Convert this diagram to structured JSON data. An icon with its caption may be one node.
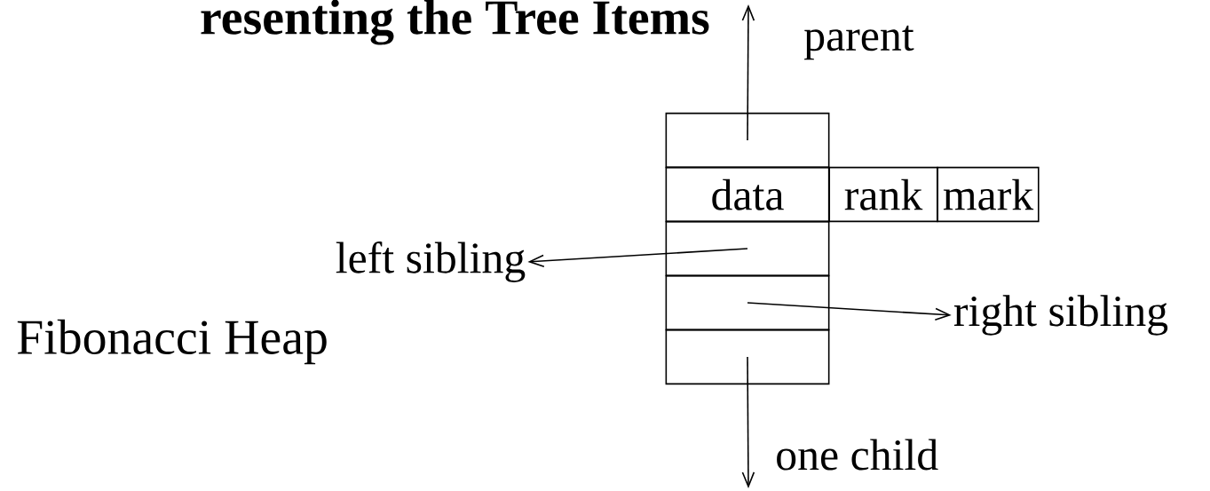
{
  "diagram": {
    "title": "resenting the Tree Items",
    "nodes": [
      {
        "text": [],
        "shape": "box"
      },
      {
        "text": [
          "data"
        ]
      },
      {
        "text": [
          "rank"
        ]
      },
      {
        "text": [
          "mark"
        ]
      },
      {
        "text": [],
        "shape": "box"
      },
      {
        "text": [],
        "shape": "box"
      },
      {
        "text": [],
        "shape": "box"
      },
      {
        "text": [
          "left sibling"
        ]
      },
      {
        "text": [
          "right sibling"
        ]
      }
    ],
    "edges": [
      {
        "from": 0,
        "to": null,
        "arrow": "to",
        "label": "parent"
      },
      {
        "from": 4,
        "to": 7,
        "arrow": "to"
      },
      {
        "from": 5,
        "to": 8,
        "arrow": "to"
      },
      {
        "from": 6,
        "to": null,
        "arrow": "to",
        "label": "one child"
      }
    ],
    "labels": [
      "Fibonacci Heap"
    ]
  }
}
